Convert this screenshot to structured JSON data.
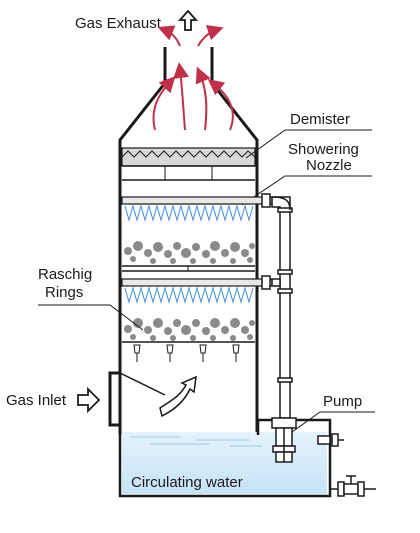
{
  "labels": {
    "gas_exhaust": "Gas Exhaust",
    "demister": "Demister",
    "showering_nozzle_line1": "Showering",
    "showering_nozzle_line2": "Nozzle",
    "raschig_line1": "Raschig",
    "raschig_line2": "Rings",
    "gas_inlet": "Gas Inlet",
    "pump": "Pump",
    "circulating_water": "Circulating water"
  },
  "colors": {
    "outline": "#1a1a1a",
    "exhaust_flow": "#c0304a",
    "spray": "#4a8fd9",
    "water": "#d6ecf9",
    "packing": "#8a8a8a"
  }
}
